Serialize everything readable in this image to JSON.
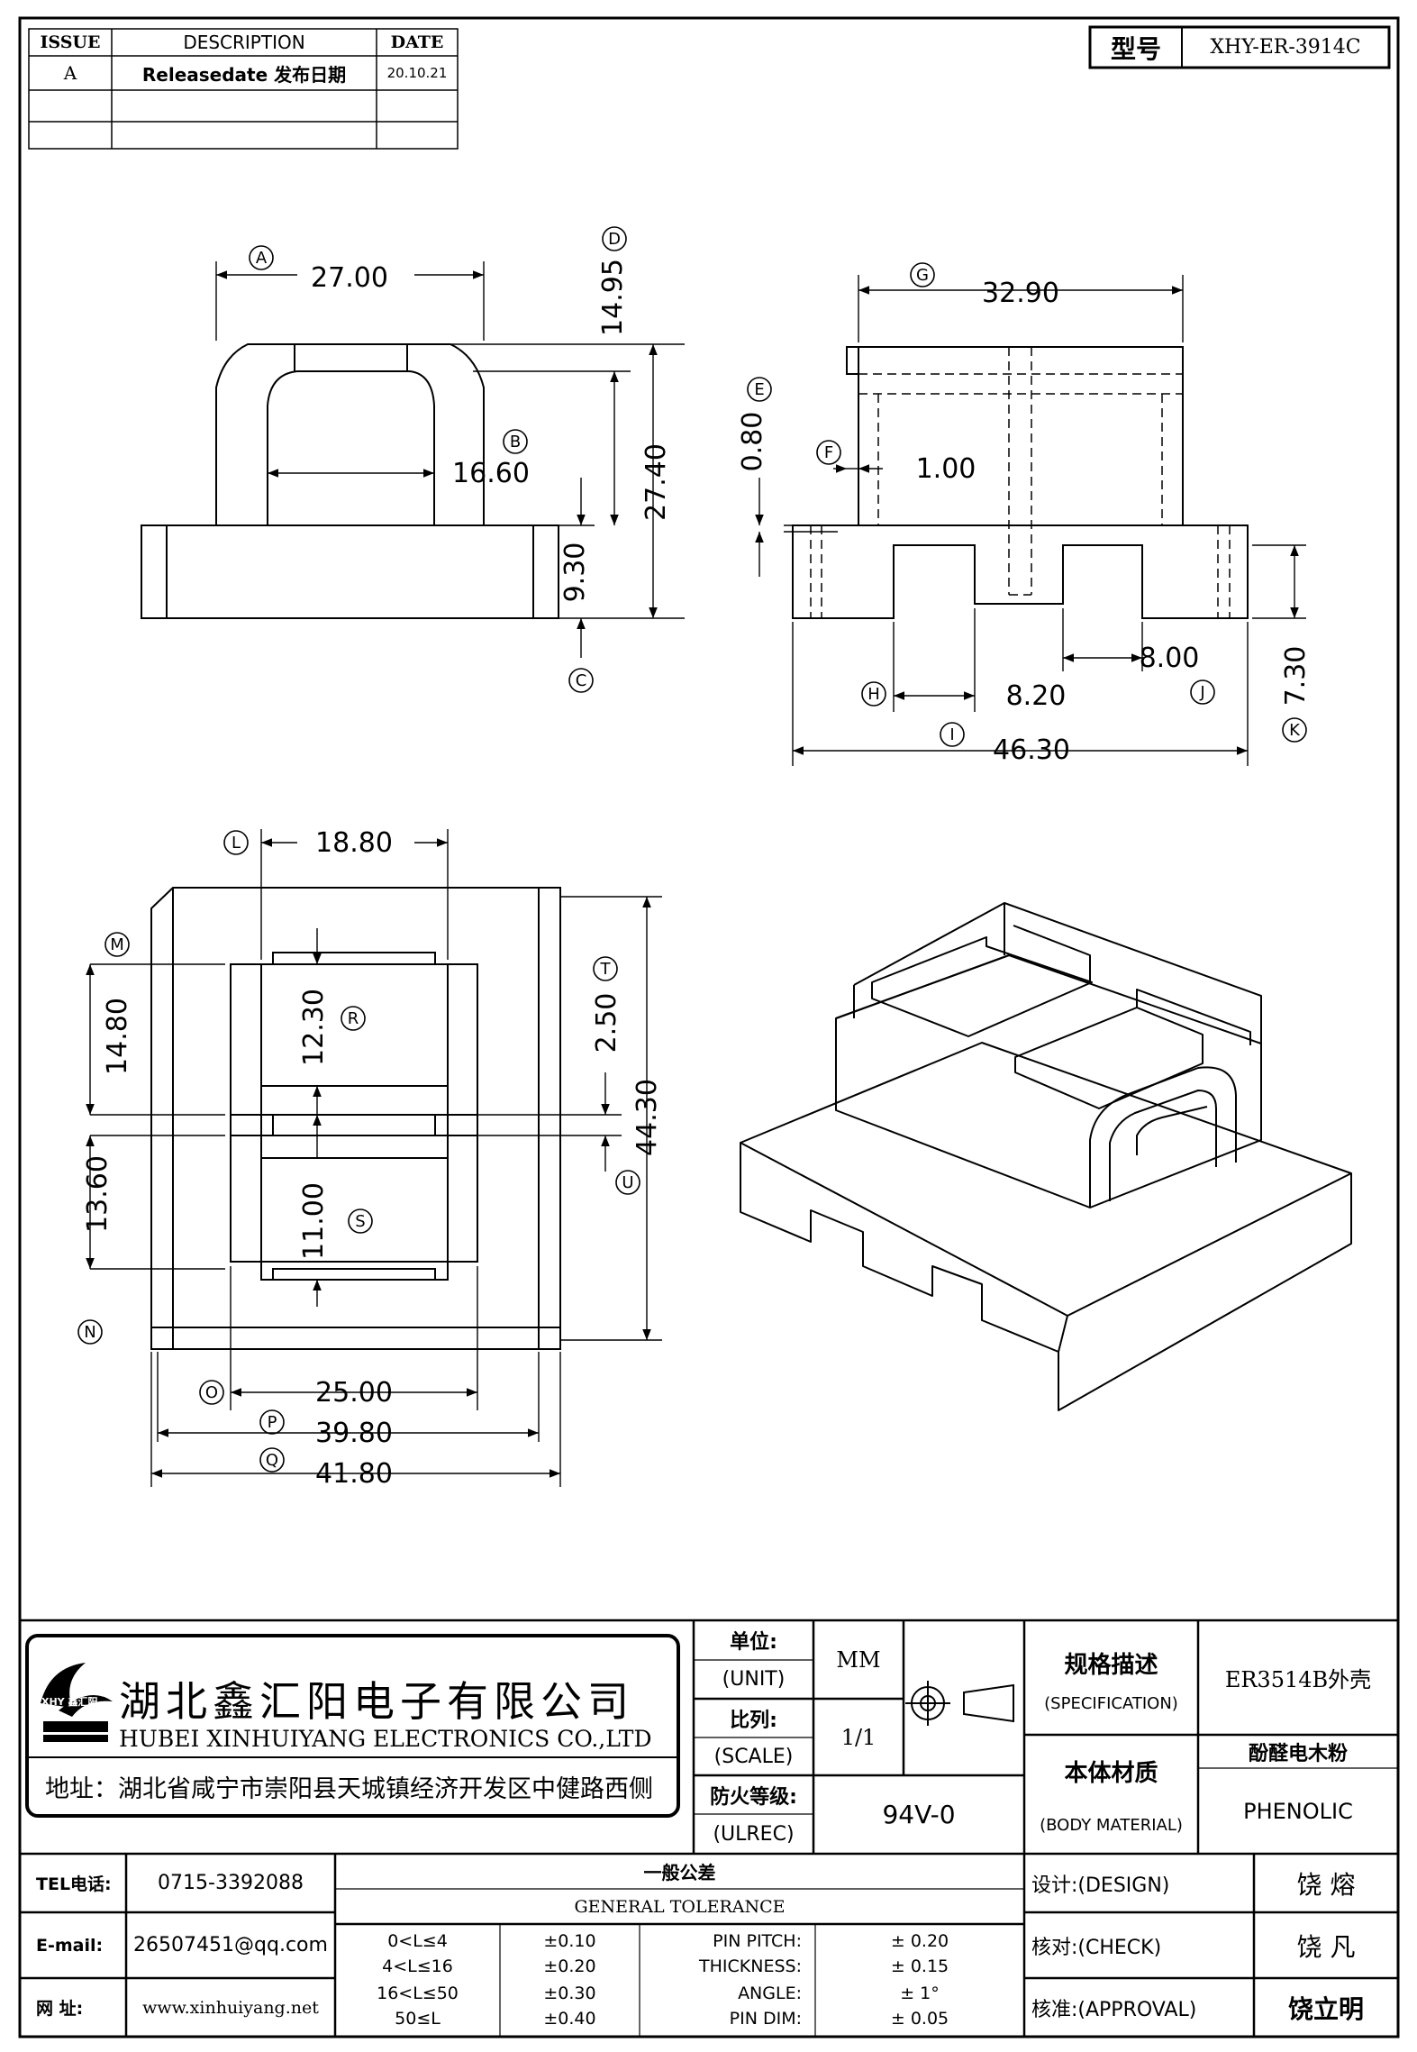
{
  "revision_table": {
    "headers": [
      "ISSUE",
      "DESCRIPTION",
      "DATE"
    ],
    "rows": [
      {
        "issue": "A",
        "description": "Releasedate 发布日期",
        "date": "20.10.21"
      }
    ]
  },
  "model": {
    "label": "型号",
    "value": "XHY-ER-3914C"
  },
  "dimensions": {
    "A": "27.00",
    "B": "16.60",
    "C": "9.30",
    "D": "14.95",
    "D2": "27.40",
    "G": "32.90",
    "E": "0.80",
    "F": "1.00",
    "H": "8.20",
    "J": "8.00",
    "I": "46.30",
    "K": "7.30",
    "L": "18.80",
    "M": "14.80",
    "N": "13.60",
    "R": "12.30",
    "S": "11.00",
    "T": "2.50",
    "U": "44.30",
    "O": "25.00",
    "P": "39.80",
    "Q": "41.80"
  },
  "balloons": [
    "A",
    "B",
    "C",
    "D",
    "E",
    "F",
    "G",
    "H",
    "I",
    "J",
    "K",
    "L",
    "M",
    "N",
    "O",
    "P",
    "Q",
    "R",
    "S",
    "T",
    "U"
  ],
  "company": {
    "name_cn": "湖北鑫汇阳电子有限公司",
    "name_en": "HUBEI XINHUIYANG ELECTRONICS CO.,LTD",
    "address": "地址：湖北省咸宁市崇阳县天城镇经济开发区中健路西侧",
    "logo_text": "XHY 鑫汇阳"
  },
  "title_block": {
    "unit_cn": "单位:",
    "unit_en": "(UNIT)",
    "unit_value": "MM",
    "scale_cn": "比列:",
    "scale_en": "(SCALE)",
    "scale_value": "1/1",
    "fire_cn": "防火等级:",
    "fire_en": "(ULREC)",
    "fire_value": "94V-0",
    "spec_cn": "规格描述",
    "spec_en": "(SPECIFICATION)",
    "spec_value": "ER3514B外壳",
    "material_cn": "本体材质",
    "material_en": "(BODY MATERIAL)",
    "material_value_cn": "酚醛电木粉",
    "material_value_en": "PHENOLIC"
  },
  "contact": {
    "tel_label": "TEL电话:",
    "tel": "0715-3392088",
    "email_label": "E-mail:",
    "email": "26507451@qq.com",
    "web_label": "网  址:",
    "web": "www.xinhuiyang.net"
  },
  "tolerance": {
    "title_cn": "一般公差",
    "title_en": "GENERAL TOLERANCE",
    "ranges": [
      {
        "range": "0<L≤4",
        "tol": "±0.10"
      },
      {
        "range": "4<L≤16",
        "tol": "±0.20"
      },
      {
        "range": "16<L≤50",
        "tol": "±0.30"
      },
      {
        "range": "50≤L",
        "tol": "±0.40"
      }
    ],
    "others": [
      {
        "name": "PIN PITCH:",
        "tol": "±  0.20"
      },
      {
        "name": "THICKNESS:",
        "tol": "±  0.15"
      },
      {
        "name": "ANGLE:",
        "tol": "±  1°"
      },
      {
        "name": "PIN DIM:",
        "tol": "±  0.05"
      }
    ]
  },
  "approvals": {
    "design_label": "设计:(DESIGN)",
    "design_name": "饶  熔",
    "check_label": "核对:(CHECK)",
    "check_name": "饶  凡",
    "approval_label": "核准:(APPROVAL)",
    "approval_name": "饶立明"
  }
}
